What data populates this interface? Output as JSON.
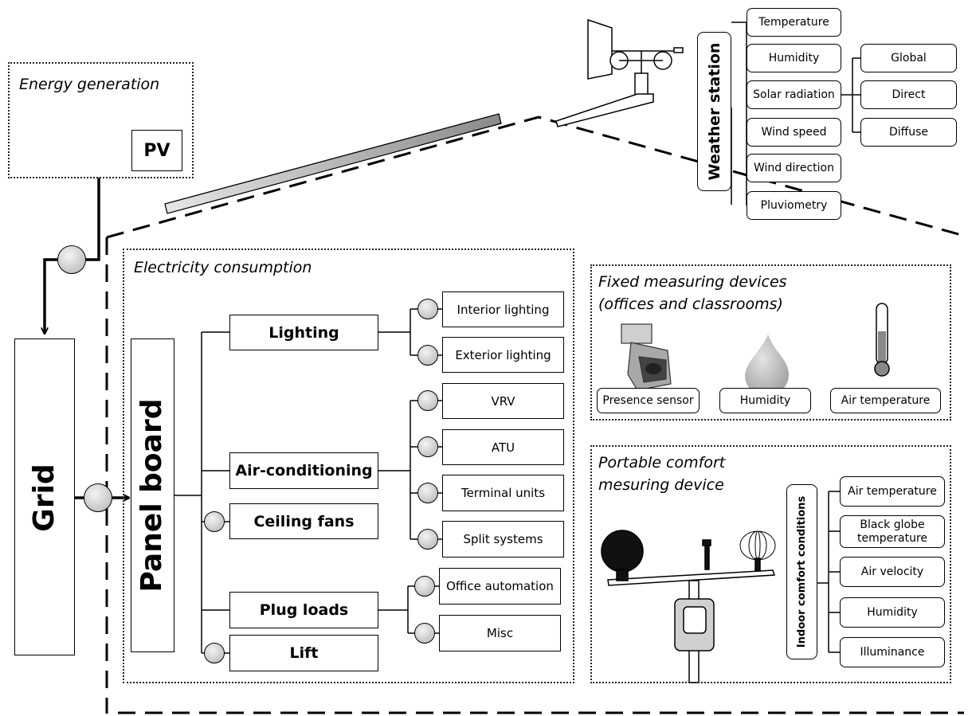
{
  "energy_generation": {
    "title": "Energy generation",
    "pv_label": "PV"
  },
  "grid": {
    "label": "Grid"
  },
  "panel_board": {
    "label": "Panel board"
  },
  "electricity": {
    "title": "Electricity consumption",
    "lighting": {
      "label": "Lighting",
      "items": [
        "Interior lighting",
        "Exterior lighting"
      ]
    },
    "air_conditioning": {
      "label": "Air-conditioning",
      "items": [
        "VRV",
        "ATU",
        "Terminal units",
        "Split systems"
      ]
    },
    "ceiling_fans": {
      "label": "Ceiling fans"
    },
    "plug_loads": {
      "label": "Plug loads",
      "items": [
        "Office automation",
        "Misc"
      ]
    },
    "lift": {
      "label": "Lift"
    }
  },
  "weather_station": {
    "label": "Weather station",
    "items": [
      "Temperature",
      "Humidity",
      "Solar radiation",
      "Wind speed",
      "Wind direction",
      "Pluviometry"
    ],
    "solar_items": [
      "Global",
      "Direct",
      "Diffuse"
    ]
  },
  "fixed_devices": {
    "title_line1": "Fixed measuring devices",
    "title_line2": "(offices and classrooms)",
    "items": [
      "Presence sensor",
      "Humidity",
      "Air temperature"
    ]
  },
  "portable_device": {
    "title_line1": "Portable comfort",
    "title_line2": "mesuring device",
    "vertical_label": "Indoor comfort conditions",
    "items": [
      "Air temperature",
      "Black globe temperature",
      "Air velocity",
      "Humidity",
      "Illuminance"
    ]
  },
  "icons": [
    "weather-vane-icon",
    "presence-sensor-icon",
    "humidity-drop-icon",
    "thermometer-icon",
    "comfort-meter-icon"
  ]
}
